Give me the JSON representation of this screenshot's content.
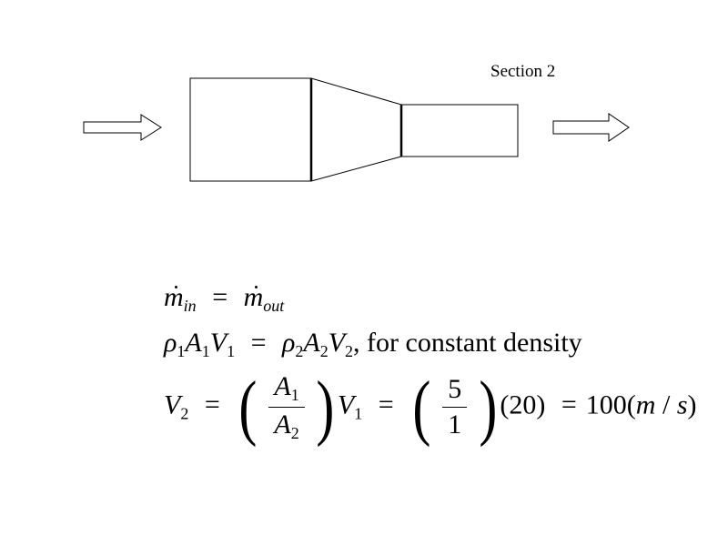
{
  "labels": {
    "section2": "Section 2"
  },
  "equations": {
    "line1": {
      "lhs_symbol": "m",
      "lhs_sub": "in",
      "equals": "=",
      "rhs_symbol": "m",
      "rhs_sub": "out"
    },
    "line2": {
      "rho": "ρ",
      "sub1": "1",
      "A": "A",
      "V": "V",
      "equals": "=",
      "sub2": "2",
      "suffix": ", for constant density"
    },
    "line3": {
      "V": "V",
      "sub2": "2",
      "equals": "=",
      "frac_num_symbol": "A",
      "frac_num_sub": "1",
      "frac_den_symbol": "A",
      "frac_den_sub": "2",
      "V1_symbol": "V",
      "V1_sub": "1",
      "equals2": "=",
      "frac2_num": "5",
      "frac2_den": "1",
      "factor": "(20)",
      "equals3": "=",
      "result": "100",
      "unit_open": "(",
      "unit_m": "m",
      "unit_slash": " / ",
      "unit_s": "s",
      "unit_close": ")"
    }
  },
  "colors": {
    "stroke": "#000000",
    "background": "#ffffff"
  }
}
